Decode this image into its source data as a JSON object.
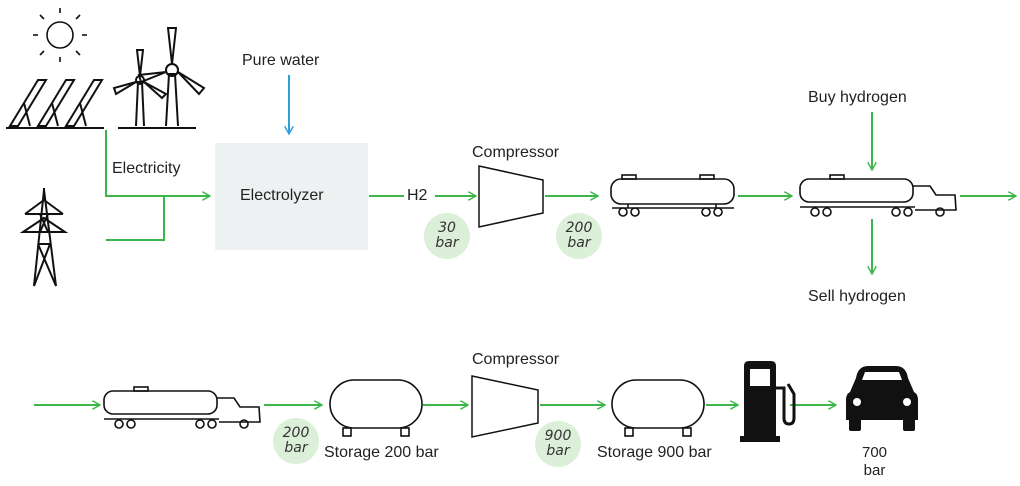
{
  "labels": {
    "pure_water": "Pure water",
    "electricity": "Electricity",
    "electrolyzer": "Electrolyzer",
    "h2": "H2",
    "compressor_1": "Compressor",
    "compressor_2": "Compressor",
    "buy_hydrogen": "Buy hydrogen",
    "sell_hydrogen": "Sell hydrogen",
    "storage_200": "Storage 200 bar",
    "storage_900": "Storage 900 bar"
  },
  "pressures": {
    "p30": {
      "value": "30",
      "unit": "bar"
    },
    "p200a": {
      "value": "200",
      "unit": "bar"
    },
    "p200b": {
      "value": "200",
      "unit": "bar"
    },
    "p900": {
      "value": "900",
      "unit": "bar"
    },
    "car": {
      "value": "700",
      "unit": "bar"
    }
  },
  "icons": [
    "sun-icon",
    "solar-panel-icon",
    "wind-turbine-icon",
    "power-pylon-icon",
    "rail-tank-car-icon",
    "tanker-truck-icon",
    "storage-tank-icon",
    "compressor-icon",
    "fuel-pump-icon",
    "car-icon"
  ],
  "colors": {
    "flow": "#3cb54a",
    "water": "#2e9fd8",
    "bubble": "#dcefd8",
    "electrolyzer_box": "#eef1f2",
    "icon": "#111111"
  }
}
